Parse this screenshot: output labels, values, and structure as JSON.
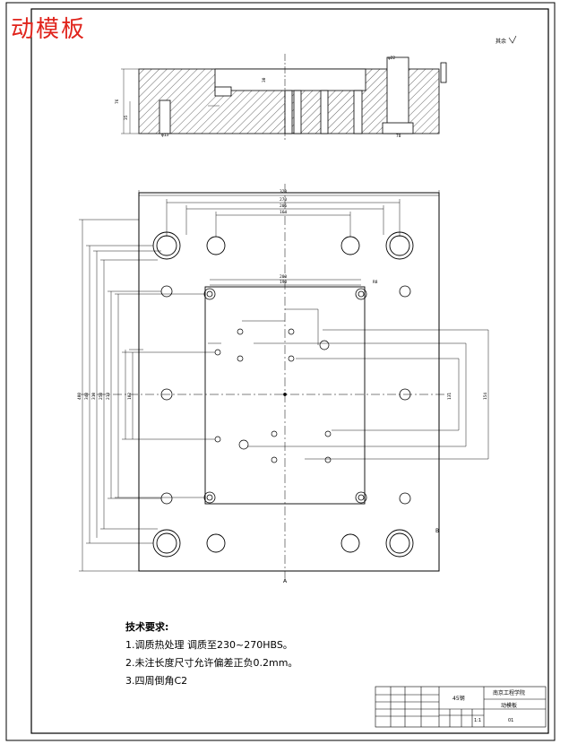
{
  "title": "动模板",
  "surface_mark": "其余",
  "tech_requirements": {
    "heading": "技术要求:",
    "items": [
      "1.调质热处理  调质至230~270HBS。",
      "2.未注长度尺寸允许偏差正负0.2mm。",
      "3.四周倒角C2"
    ]
  },
  "title_block": {
    "material": "45钢",
    "school": "南京工程学院",
    "part_name": "动模板",
    "scale": "1:1",
    "drawing_no": "01"
  },
  "dims": {
    "top_width": "320",
    "width_270": "270",
    "width_206": "206",
    "width_164": "164",
    "left_400": "400",
    "left_340": "340",
    "left_310": "310",
    "left_250": "250",
    "left_218": "218",
    "left_102": "102",
    "inner_200": "200",
    "inner_190": "190",
    "section_h76": "76",
    "section_h35": "35",
    "section_h30": "30",
    "dia_13": "φ13",
    "dia_22": "φ22",
    "r18": "R8",
    "dim_131": "131",
    "dim_154": "154",
    "dim_70": "70",
    "label_a1": "A",
    "label_b1": "B"
  }
}
